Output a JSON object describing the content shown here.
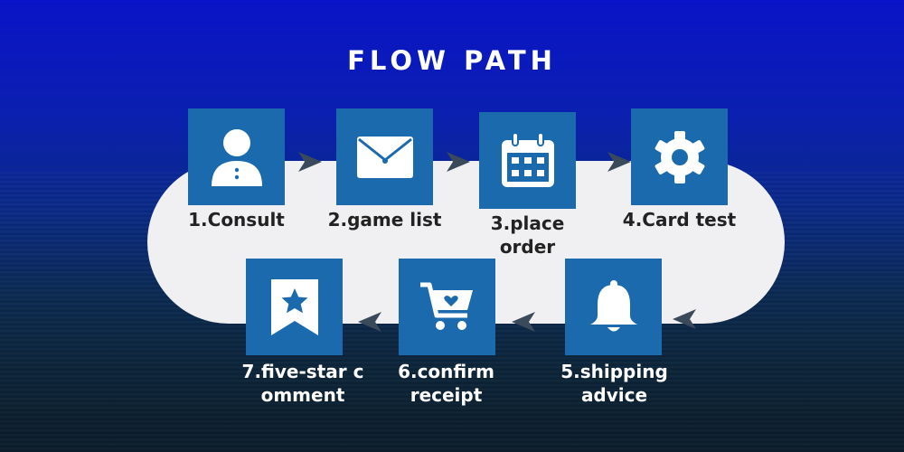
{
  "title": "FLOW PATH",
  "steps": [
    {
      "label": "1.Consult",
      "icon": "user-icon"
    },
    {
      "label": "2.game list",
      "icon": "envelope-icon"
    },
    {
      "label": "3.place order",
      "icon": "calendar-icon"
    },
    {
      "label": "4.Card test",
      "icon": "gear-icon"
    },
    {
      "label": "5.shipping\nadvice",
      "icon": "bell-icon"
    },
    {
      "label": "6.confirm\nreceipt",
      "icon": "cart-heart-icon"
    },
    {
      "label": "7.five-star c\nomment",
      "icon": "star-bookmark-icon"
    }
  ],
  "colors": {
    "box": "#1a6aad",
    "track": "#f0f0f2",
    "arrow": "#3a4a5a"
  }
}
